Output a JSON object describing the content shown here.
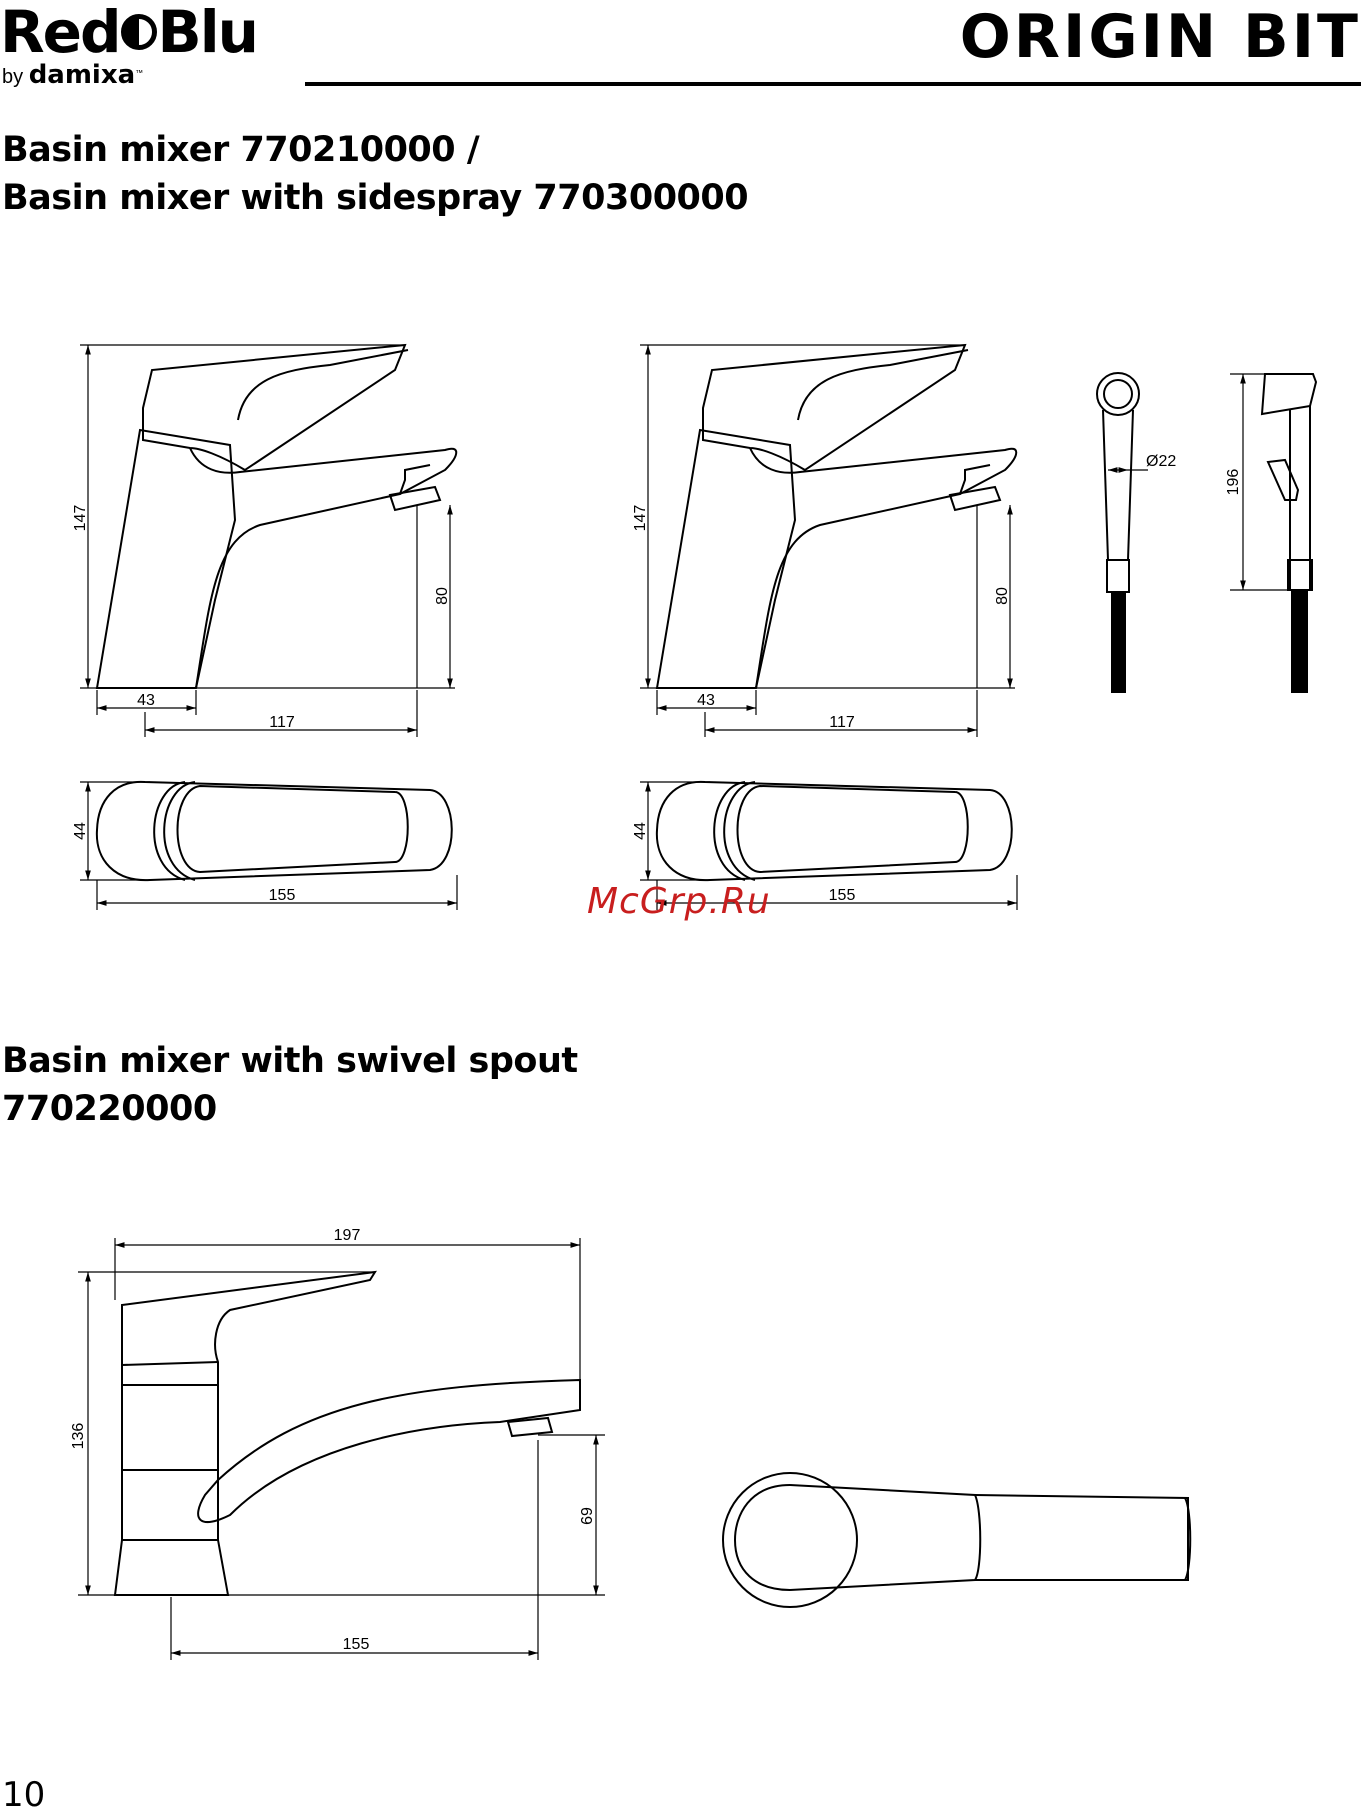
{
  "header": {
    "brand_part1": "Red",
    "brand_part2": "Blu",
    "brand_by": "by",
    "brand_sub": "damixa",
    "brand_tm": "™",
    "title": "ORIGIN BIT"
  },
  "sections": [
    {
      "title_line1": "Basin mixer 770210000 /",
      "title_line2": "Basin mixer with sidespray 770300000"
    },
    {
      "title_line1": "Basin mixer with swivel spout",
      "title_line2": "770220000"
    }
  ],
  "drawings": {
    "basin_mixer": {
      "height": "147",
      "spout_height": "80",
      "base": "43",
      "reach": "117",
      "top_width": "44",
      "top_length": "155"
    },
    "basin_mixer_sidespray": {
      "height": "147",
      "spout_height": "80",
      "base": "43",
      "reach": "117",
      "top_width": "44",
      "top_length": "155"
    },
    "sidespray": {
      "diameter": "Ø22",
      "length": "196"
    },
    "swivel_spout": {
      "overall_length": "197",
      "height": "136",
      "spout_height": "69",
      "reach": "155"
    }
  },
  "watermark": "McGrp.Ru",
  "page_number": "10"
}
